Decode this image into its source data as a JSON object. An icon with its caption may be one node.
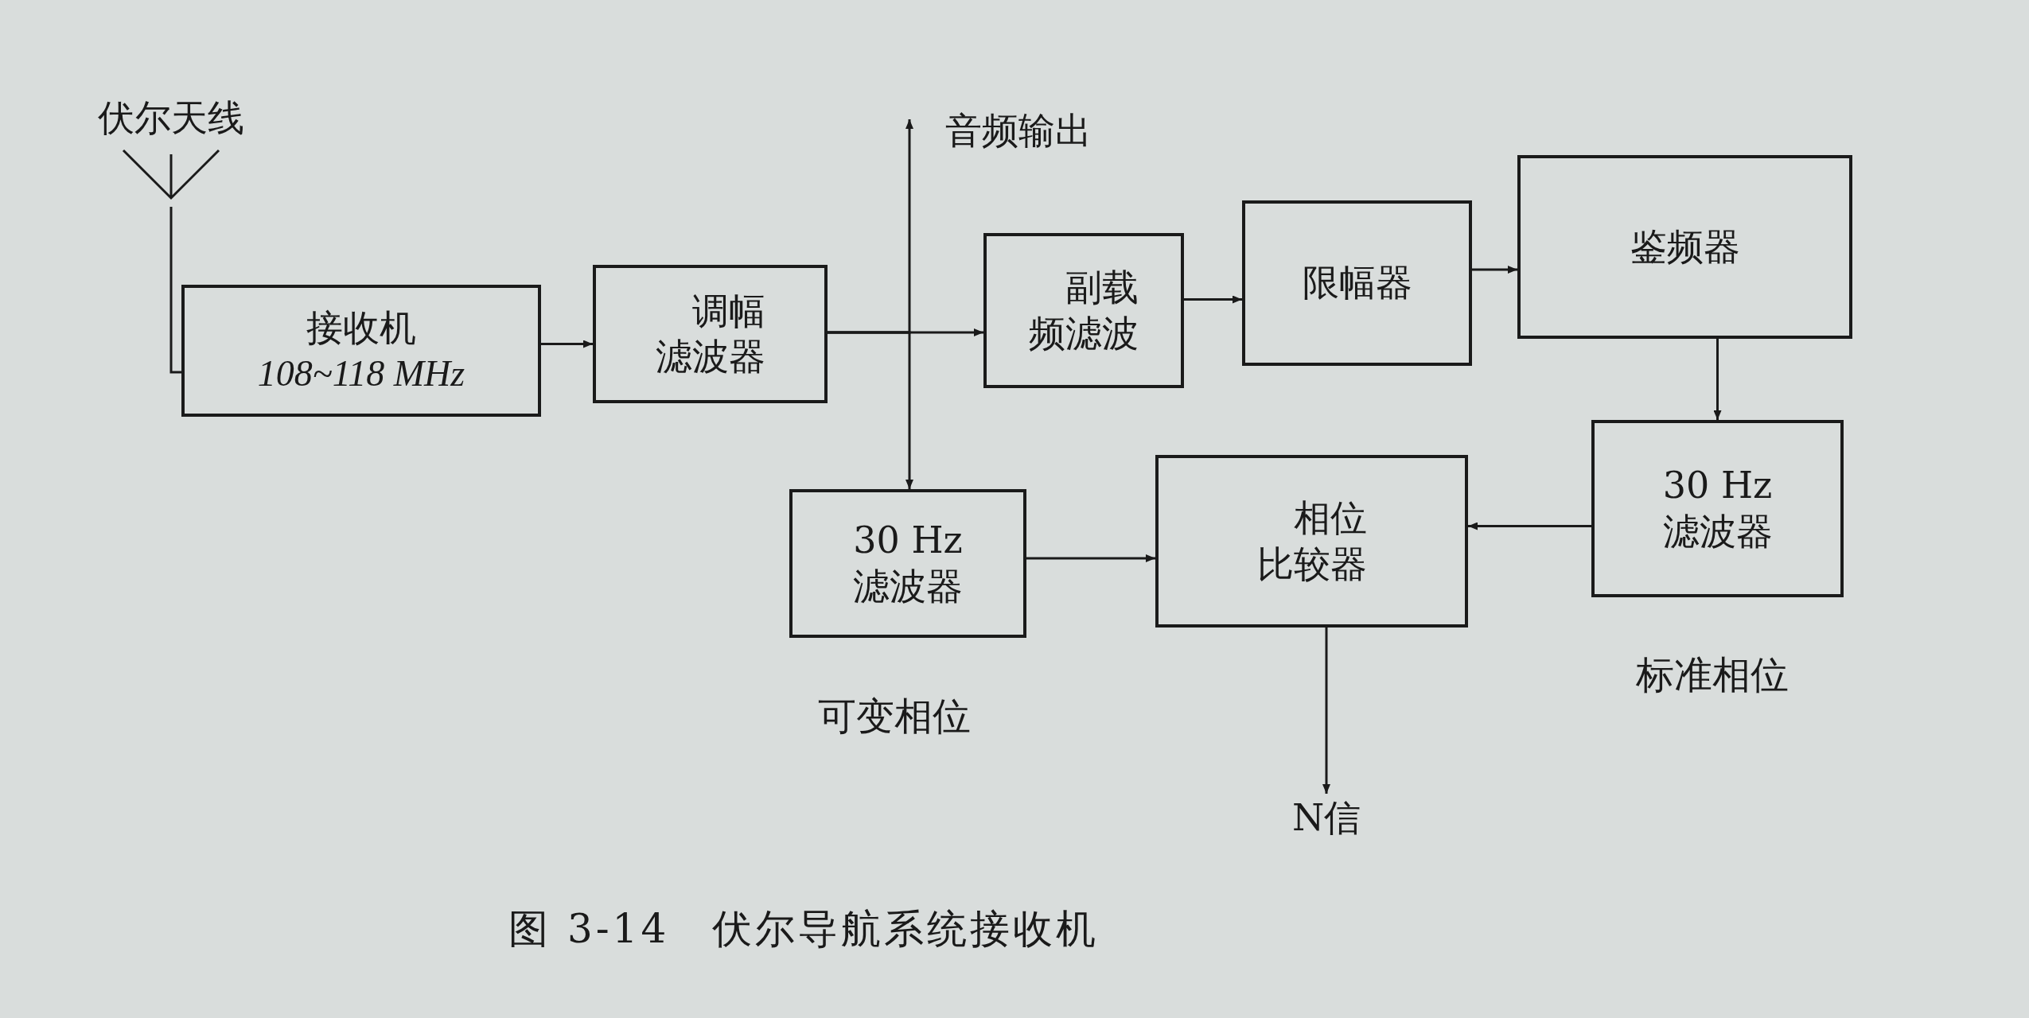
{
  "diagram": {
    "caption": "图 3-14　伏尔导航系统接收机",
    "nodes": [
      {
        "text": [
          "伏尔天线"
        ]
      },
      {
        "text": [
          "接收机",
          "108~118 MHz"
        ]
      },
      {
        "text": [
          "调幅滤波器"
        ]
      },
      {
        "text": [
          "副载频滤波"
        ]
      },
      {
        "text": [
          "限幅器"
        ]
      },
      {
        "text": [
          "鉴频器"
        ]
      },
      {
        "text": [
          "30 Hz 滤波器"
        ],
        "beside": [
          "标准相位"
        ]
      },
      {
        "text": [
          "相位比较器"
        ]
      },
      {
        "text": [
          "30 Hz 滤波器"
        ],
        "beside": [
          "可变相位"
        ]
      },
      {
        "text": [
          "音频输出"
        ]
      },
      {
        "text": [
          "N信"
        ]
      }
    ],
    "edges": [
      {
        "from": 0,
        "to": 1,
        "arrow": "none"
      },
      {
        "from": 1,
        "to": 2,
        "arrow": "to"
      },
      {
        "from": 2,
        "to": 3,
        "arrow": "to"
      },
      {
        "from": 2,
        "to": 9,
        "arrow": "to"
      },
      {
        "from": 2,
        "to": 8,
        "arrow": "to"
      },
      {
        "from": 3,
        "to": 4,
        "arrow": "to"
      },
      {
        "from": 4,
        "to": 5,
        "arrow": "to"
      },
      {
        "from": 5,
        "to": 6,
        "arrow": "to"
      },
      {
        "from": 6,
        "to": 7,
        "arrow": "to"
      },
      {
        "from": 8,
        "to": 7,
        "arrow": "to"
      },
      {
        "from": 7,
        "to": 10,
        "arrow": "to"
      }
    ]
  }
}
